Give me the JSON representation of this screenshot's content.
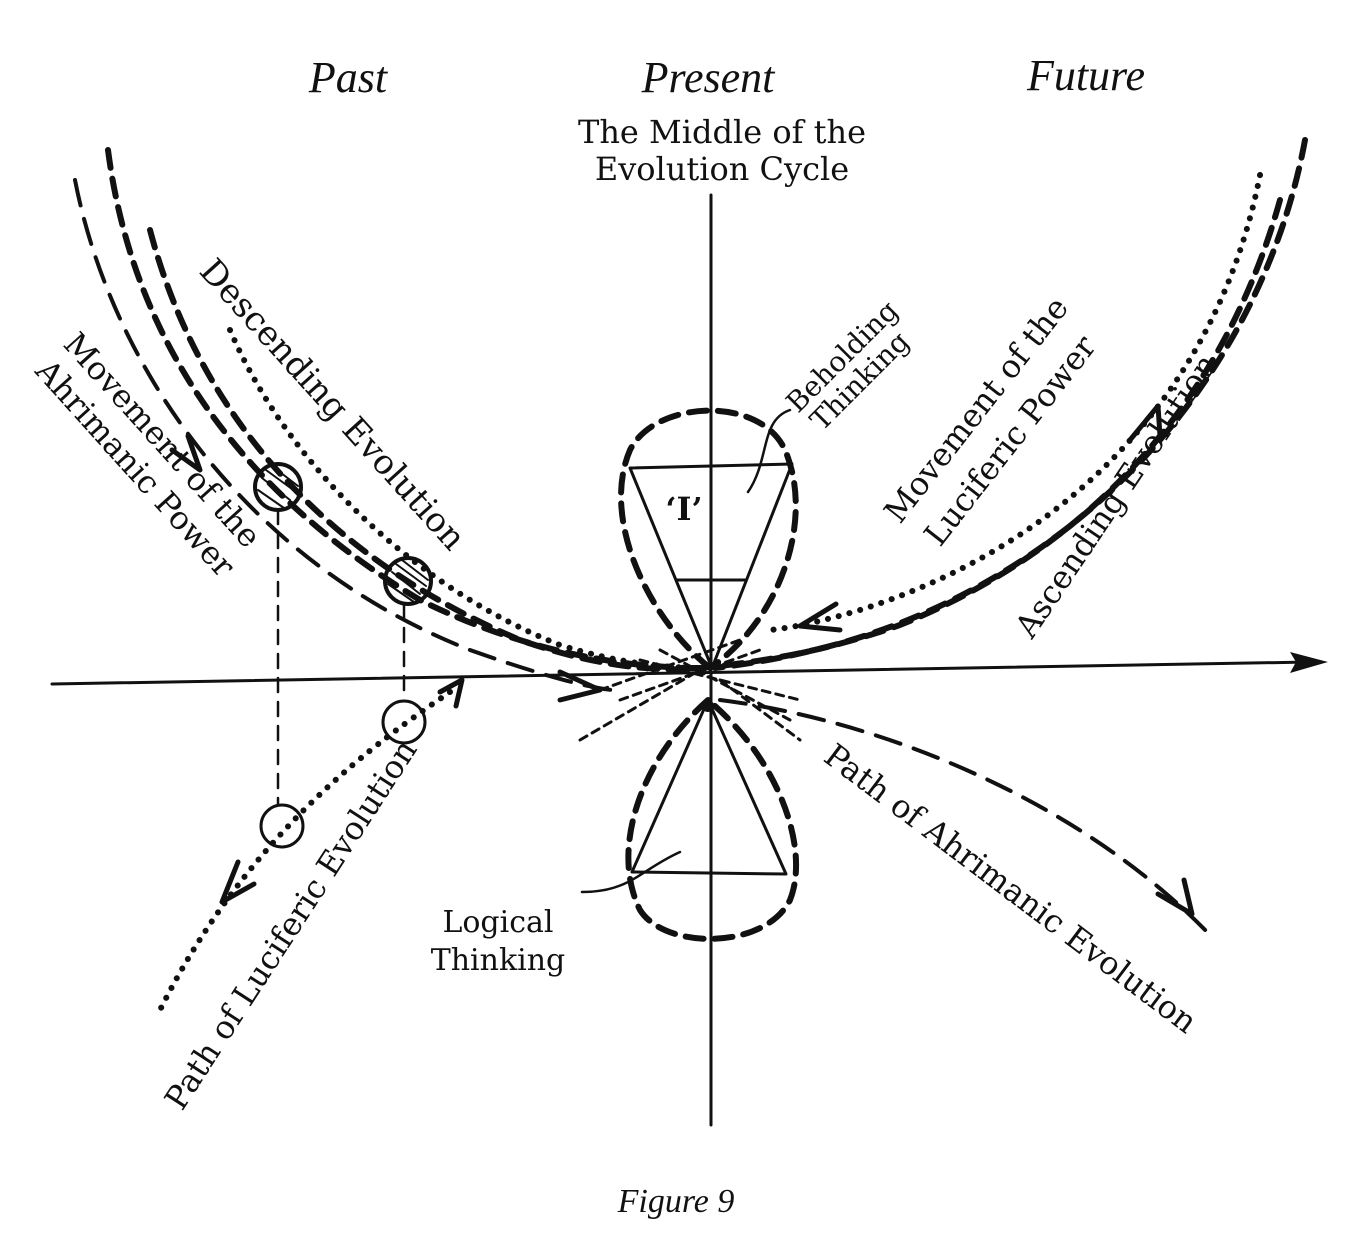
{
  "headings": {
    "past": "Past",
    "present": "Present",
    "future": "Future"
  },
  "axis_top_label": {
    "line1": "The Middle of the",
    "line2": "Evolution Cycle"
  },
  "labels": {
    "descending_evolution": "Descending Evolution",
    "ahrimanic_power_line1": "Movement of the",
    "ahrimanic_power_line2": "Ahrimanic Power",
    "luciferic_power_line1": "Movement of the",
    "luciferic_power_line2": "Luciferic Power",
    "ascending_evolution": "Ascending Evolution",
    "beholding_line1": "Beholding",
    "beholding_line2": "Thinking",
    "i_label": "‘I’",
    "logical_line1": "Logical",
    "logical_line2": "Thinking",
    "path_luciferic": "Path of Luciferic Evolution",
    "path_ahrimanic": "Path of Ahrimanic Evolution"
  },
  "caption": "Figure 9"
}
